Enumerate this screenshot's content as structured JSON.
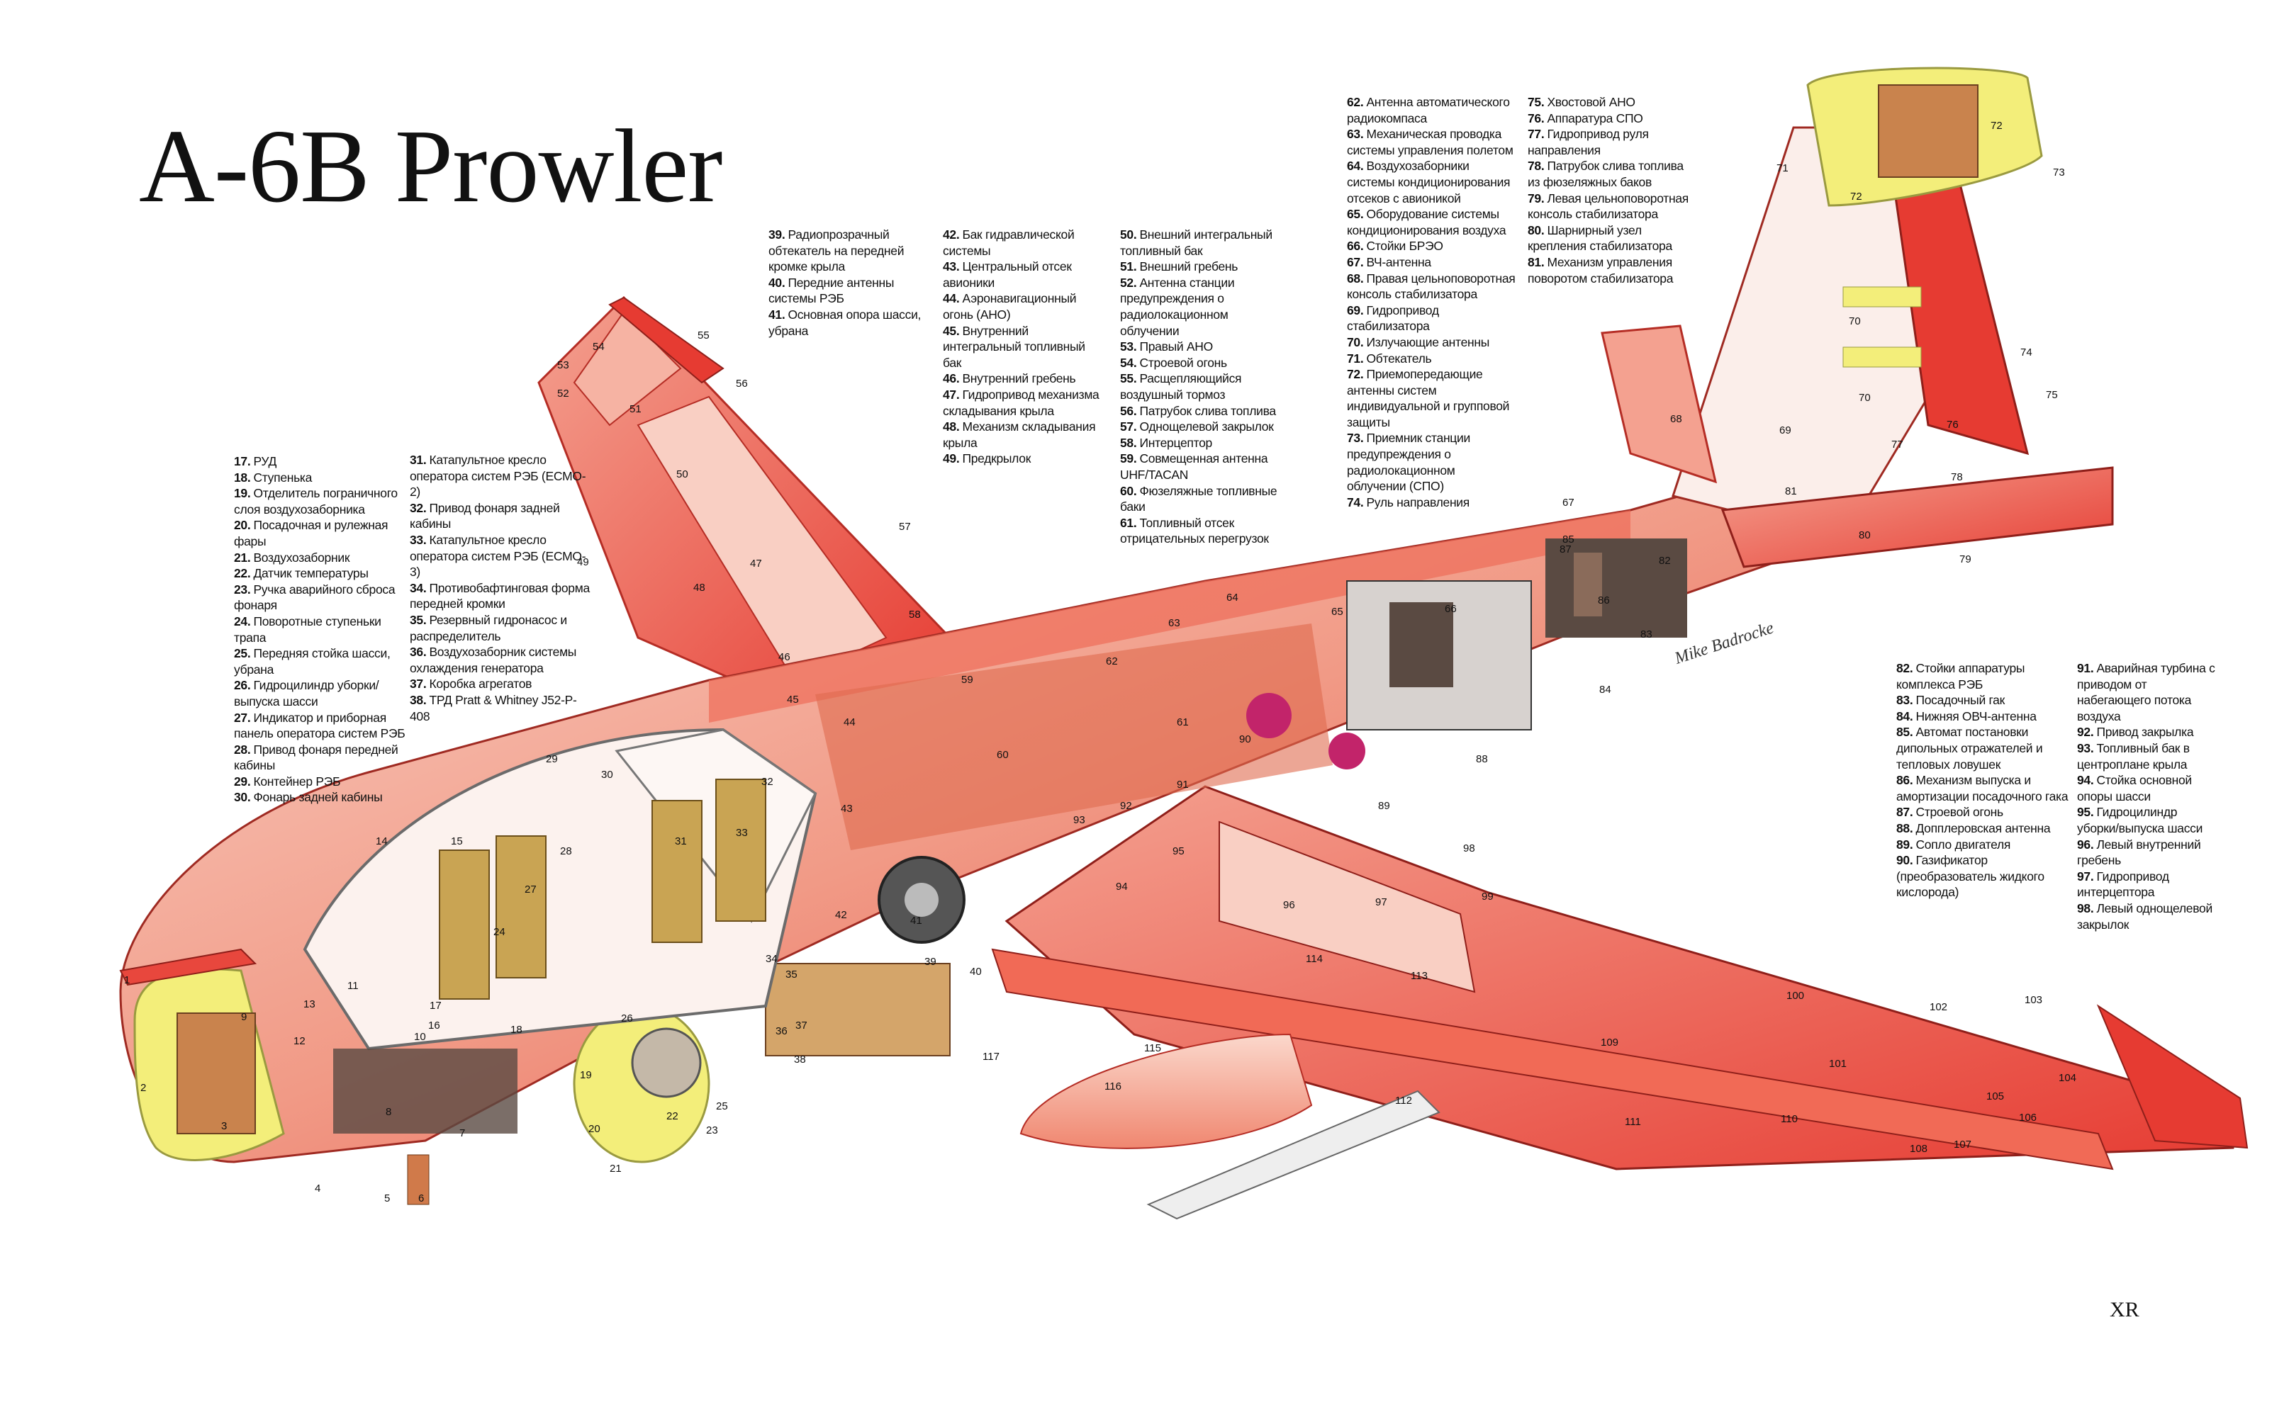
{
  "title": "A-6B Prowler",
  "watermark": "XR",
  "artist_signature": "Mike Badrocke",
  "colors": {
    "fuselage_red": "#e8473d",
    "light_red": "#f4a190",
    "pale_pink": "#f9d3c8",
    "nose_yellow": "#f3ee7a",
    "wing_red": "#e63b32",
    "equipment_dark": "#5a4a42",
    "tan": "#e6c08a"
  },
  "legend_columns": [
    {
      "id": "17-30",
      "items": [
        {
          "n": "17.",
          "t": "РУД"
        },
        {
          "n": "18.",
          "t": "Ступенька"
        },
        {
          "n": "19.",
          "t": "Отделитель пограничного слоя воздухозаборника"
        },
        {
          "n": "20.",
          "t": "Посадочная и рулежная фары"
        },
        {
          "n": "21.",
          "t": "Воздухозаборник"
        },
        {
          "n": "22.",
          "t": "Датчик температуры"
        },
        {
          "n": "23.",
          "t": "Ручка аварийного сброса фонаря"
        },
        {
          "n": "24.",
          "t": "Поворотные ступеньки трапа"
        },
        {
          "n": "25.",
          "t": "Передняя стойка шасси, убрана"
        },
        {
          "n": "26.",
          "t": "Гидроцилиндр уборки/выпуска шасси"
        },
        {
          "n": "27.",
          "t": "Индикатор и приборная панель оператора систем РЭБ"
        },
        {
          "n": "28.",
          "t": "Привод фонаря передней кабины"
        },
        {
          "n": "29.",
          "t": "Контейнер РЭБ"
        },
        {
          "n": "30.",
          "t": "Фонарь задней кабины"
        }
      ]
    },
    {
      "id": "31-38",
      "items": [
        {
          "n": "31.",
          "t": "Катапультное кресло оператора систем РЭБ (ECMO-2)"
        },
        {
          "n": "32.",
          "t": "Привод фонаря задней кабины"
        },
        {
          "n": "33.",
          "t": "Катапультное кресло оператора систем РЭБ (ECMO-3)"
        },
        {
          "n": "34.",
          "t": "Противобафтинговая форма передней кромки"
        },
        {
          "n": "35.",
          "t": "Резервный гидронасос и распределитель"
        },
        {
          "n": "36.",
          "t": "Воздухозаборник системы охлаждения генератора"
        },
        {
          "n": "37.",
          "t": "Коробка агрегатов"
        },
        {
          "n": "38.",
          "t": "ТРД Pratt & Whitney J52-P-408"
        }
      ]
    },
    {
      "id": "39-41",
      "items": [
        {
          "n": "39.",
          "t": "Радиопрозрачный обтекатель на передней кромке крыла"
        },
        {
          "n": "40.",
          "t": "Передние антенны системы РЭБ"
        },
        {
          "n": "41.",
          "t": "Основная опора шасси, убрана"
        }
      ]
    },
    {
      "id": "42-49",
      "items": [
        {
          "n": "42.",
          "t": "Бак гидравлической системы"
        },
        {
          "n": "43.",
          "t": "Центральный отсек авионики"
        },
        {
          "n": "44.",
          "t": "Аэронавигационный огонь (АНО)"
        },
        {
          "n": "45.",
          "t": "Внутренний интегральный топливный бак"
        },
        {
          "n": "46.",
          "t": "Внутренний гребень"
        },
        {
          "n": "47.",
          "t": "Гидропривод механизма складывания крыла"
        },
        {
          "n": "48.",
          "t": "Механизм складывания крыла"
        },
        {
          "n": "49.",
          "t": "Предкрылок"
        }
      ]
    },
    {
      "id": "50-61",
      "items": [
        {
          "n": "50.",
          "t": "Внешний интегральный топливный бак"
        },
        {
          "n": "51.",
          "t": "Внешний гребень"
        },
        {
          "n": "52.",
          "t": "Антенна станции предупреждения о радиолокационном облучении"
        },
        {
          "n": "53.",
          "t": "Правый АНО"
        },
        {
          "n": "54.",
          "t": "Строевой огонь"
        },
        {
          "n": "55.",
          "t": "Расщепляющийся воздушный тормоз"
        },
        {
          "n": "56.",
          "t": "Патрубок слива топлива"
        },
        {
          "n": "57.",
          "t": "Однощелевой закрылок"
        },
        {
          "n": "58.",
          "t": "Интерцептор"
        },
        {
          "n": "59.",
          "t": "Совмещенная антенна UHF/TACAN"
        },
        {
          "n": "60.",
          "t": "Фюзеляжные топливные баки"
        },
        {
          "n": "61.",
          "t": "Топливный отсек отрицательных перегрузок"
        }
      ]
    },
    {
      "id": "62-74",
      "items": [
        {
          "n": "62.",
          "t": "Антенна автоматического радиокомпаса"
        },
        {
          "n": "63.",
          "t": "Механическая проводка системы управления полетом"
        },
        {
          "n": "64.",
          "t": "Воздухозаборники системы кондиционирования отсеков с авионикой"
        },
        {
          "n": "65.",
          "t": "Оборудование системы кондиционирования воздуха"
        },
        {
          "n": "66.",
          "t": "Стойки БРЭО"
        },
        {
          "n": "67.",
          "t": "ВЧ-антенна"
        },
        {
          "n": "68.",
          "t": "Правая цельноповоротная консоль стабилизатора"
        },
        {
          "n": "69.",
          "t": "Гидропривод стабилизатора"
        },
        {
          "n": "70.",
          "t": "Излучающие антенны"
        },
        {
          "n": "71.",
          "t": "Обтекатель"
        },
        {
          "n": "72.",
          "t": "Приемопередающие антенны систем индивидуальной и групповой защиты"
        },
        {
          "n": "73.",
          "t": "Приемник станции предупреждения о радиолокационном облучении (СПО)"
        },
        {
          "n": "74.",
          "t": "Руль направления"
        }
      ]
    },
    {
      "id": "75-81",
      "items": [
        {
          "n": "75.",
          "t": "Хвостовой АНО"
        },
        {
          "n": "76.",
          "t": "Аппаратура СПО"
        },
        {
          "n": "77.",
          "t": "Гидропривод руля направления"
        },
        {
          "n": "78.",
          "t": "Патрубок слива топлива из фюзеляжных баков"
        },
        {
          "n": "79.",
          "t": "Левая цельноповоротная консоль стабилизатора"
        },
        {
          "n": "80.",
          "t": "Шарнирный узел крепления стабилизатора"
        },
        {
          "n": "81.",
          "t": "Механизм управления поворотом стабилизатора"
        }
      ]
    },
    {
      "id": "82-90",
      "items": [
        {
          "n": "82.",
          "t": "Стойки аппаратуры комплекса РЭБ"
        },
        {
          "n": "83.",
          "t": "Посадочный гак"
        },
        {
          "n": "84.",
          "t": "Нижняя ОВЧ-антенна"
        },
        {
          "n": "85.",
          "t": "Автомат постановки дипольных отражателей и тепловых ловушек"
        },
        {
          "n": "86.",
          "t": "Механизм выпуска и амортизации посадочного гака"
        },
        {
          "n": "87.",
          "t": "Строевой огонь"
        },
        {
          "n": "88.",
          "t": "Допплеровская антенна"
        },
        {
          "n": "89.",
          "t": "Сопло двигателя"
        },
        {
          "n": "90.",
          "t": "Газификатор (преобразователь жидкого кислорода)"
        }
      ]
    },
    {
      "id": "91-98",
      "items": [
        {
          "n": "91.",
          "t": "Аварийная турбина с приводом от набегающего потока воздуха"
        },
        {
          "n": "92.",
          "t": "Привод закрылка"
        },
        {
          "n": "93.",
          "t": "Топливный бак в центроплане крыла"
        },
        {
          "n": "94.",
          "t": "Стойка основной опоры шасси"
        },
        {
          "n": "95.",
          "t": "Гидроцилиндр уборки/выпуска шасси"
        },
        {
          "n": "96.",
          "t": "Левый внутренний гребень"
        },
        {
          "n": "97.",
          "t": "Гидропривод интерцептора"
        },
        {
          "n": "98.",
          "t": "Левый однощелевой закрылок"
        }
      ]
    }
  ],
  "callouts": [
    "1",
    "2",
    "3",
    "4",
    "5",
    "6",
    "7",
    "8",
    "9",
    "10",
    "11",
    "12",
    "13",
    "14",
    "15",
    "16",
    "17",
    "18",
    "19",
    "20",
    "21",
    "22",
    "23",
    "24",
    "25",
    "26",
    "27",
    "28",
    "29",
    "30",
    "31",
    "32",
    "33",
    "34",
    "35",
    "36",
    "37",
    "38",
    "39",
    "40",
    "41",
    "42",
    "43",
    "44",
    "45",
    "46",
    "47",
    "48",
    "49",
    "50",
    "51",
    "52",
    "53",
    "54",
    "55",
    "56",
    "57",
    "58",
    "59",
    "60",
    "61",
    "62",
    "63",
    "64",
    "65",
    "66",
    "67",
    "68",
    "69",
    "70",
    "71",
    "72",
    "73",
    "74",
    "75",
    "76",
    "77",
    "78",
    "79",
    "80",
    "81",
    "82",
    "83",
    "84",
    "85",
    "86",
    "87",
    "88",
    "89",
    "90",
    "91",
    "92",
    "93",
    "94",
    "95",
    "96",
    "97",
    "98",
    "99",
    "100",
    "101",
    "102",
    "103",
    "104",
    "105",
    "106",
    "107",
    "108",
    "109",
    "110",
    "111",
    "112",
    "113",
    "114",
    "115",
    "116",
    "117"
  ]
}
